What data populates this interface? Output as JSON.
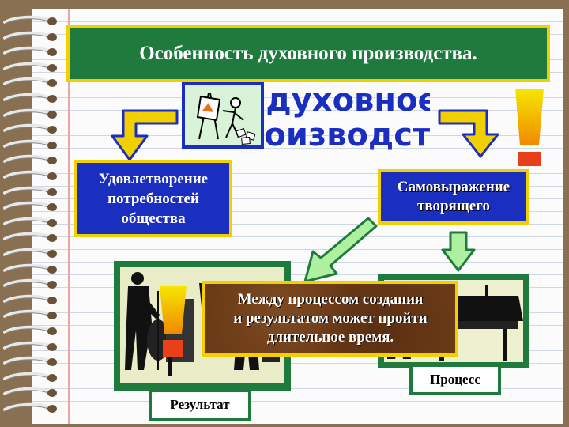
{
  "title": "Особенность духовного производства.",
  "center_label": {
    "line1": "духовное",
    "line2": "производство"
  },
  "left_box": {
    "line1": "Удовлетворение",
    "line2": "потребностей",
    "line3": "общества"
  },
  "right_box": {
    "line1": "Самовыражение",
    "line2": "творящего"
  },
  "note": {
    "line1": "Между процессом создания",
    "line2": "и результатом может пройти",
    "line3": "длительное время."
  },
  "label_result": "Результат",
  "label_process": "Процесс",
  "colors": {
    "green": "#1e7a3d",
    "yellow": "#f2d000",
    "blue": "#1a2fc0",
    "brown": "#6b3b17",
    "orange": "#e8701a"
  },
  "icons": [
    "spiral-binding",
    "artist-easel-icon",
    "arrow-down-left-icon",
    "arrow-down-right-icon",
    "exclamation-mark-icon",
    "arrow-diagonal-icon",
    "arrow-down-small-icon",
    "cellist-photo",
    "piano-photo"
  ]
}
